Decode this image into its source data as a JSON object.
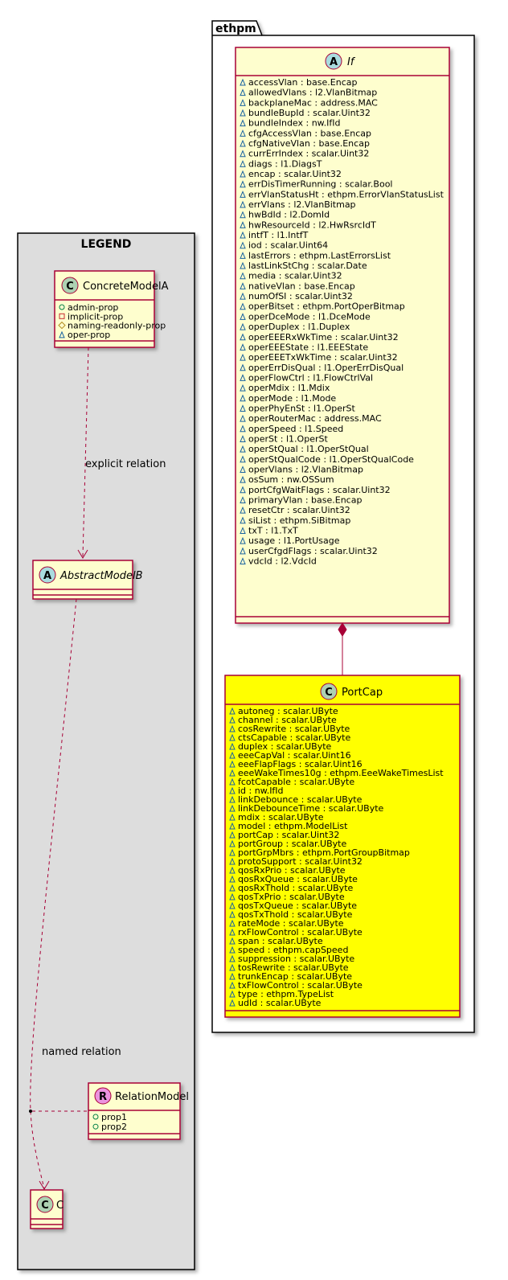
{
  "legend": {
    "title": "LEGEND",
    "concrete_model": {
      "stereotype_letter": "C",
      "name": "ConcreteModelA",
      "attributes": [
        {
          "visibility": "+",
          "text": "admin-prop"
        },
        {
          "visibility": "-",
          "text": "implicit-prop"
        },
        {
          "visibility": "#",
          "text": "naming-readonly-prop"
        },
        {
          "visibility": "~",
          "text": "oper-prop"
        }
      ]
    },
    "abstract_model": {
      "stereotype_letter": "A",
      "name": "AbstractModelB"
    },
    "relation_model": {
      "stereotype_letter": "R",
      "name": "RelationModel",
      "attributes": [
        {
          "visibility": "+",
          "text": "prop1"
        },
        {
          "visibility": "+",
          "text": "prop2"
        }
      ]
    },
    "c_model": {
      "stereotype_letter": "C",
      "name": "C"
    },
    "explicit_relation_label": "explicit relation",
    "named_relation_label": "named relation"
  },
  "package": {
    "name": "ethpm",
    "if_class": {
      "stereotype_letter": "A",
      "name": "If",
      "attributes": [
        "accessVlan : base.Encap",
        "allowedVlans : l2.VlanBitmap",
        "backplaneMac : address.MAC",
        "bundleBupId : scalar.Uint32",
        "bundleIndex : nw.IfId",
        "cfgAccessVlan : base.Encap",
        "cfgNativeVlan : base.Encap",
        "currErrIndex : scalar.Uint32",
        "diags : l1.DiagsT",
        "encap : scalar.Uint32",
        "errDisTimerRunning : scalar.Bool",
        "errVlanStatusHt : ethpm.ErrorVlanStatusList",
        "errVlans : l2.VlanBitmap",
        "hwBdId : l2.DomId",
        "hwResourceId : l2.HwRsrcIdT",
        "intfT : l1.IntfT",
        "iod : scalar.Uint64",
        "lastErrors : ethpm.LastErrorsList",
        "lastLinkStChg : scalar.Date",
        "media : scalar.Uint32",
        "nativeVlan : base.Encap",
        "numOfSI : scalar.Uint32",
        "operBitset : ethpm.PortOperBitmap",
        "operDceMode : l1.DceMode",
        "operDuplex : l1.Duplex",
        "operEEERxWkTime : scalar.Uint32",
        "operEEEState : l1.EEEState",
        "operEEETxWkTime : scalar.Uint32",
        "operErrDisQual : l1.OperErrDisQual",
        "operFlowCtrl : l1.FlowCtrlVal",
        "operMdix : l1.Mdix",
        "operMode : l1.Mode",
        "operPhyEnSt : l1.OperSt",
        "operRouterMac : address.MAC",
        "operSpeed : l1.Speed",
        "operSt : l1.OperSt",
        "operStQual : l1.OperStQual",
        "operStQualCode : l1.OperStQualCode",
        "operVlans : l2.VlanBitmap",
        "osSum : nw.OSSum",
        "portCfgWaitFlags : scalar.Uint32",
        "primaryVlan : base.Encap",
        "resetCtr : scalar.Uint32",
        "siList : ethpm.SiBitmap",
        "txT : l1.TxT",
        "usage : l1.PortUsage",
        "userCfgdFlags : scalar.Uint32",
        "vdcId : l2.VdcId"
      ]
    },
    "portcap_class": {
      "stereotype_letter": "C",
      "name": "PortCap",
      "attributes": [
        "autoneg : scalar.UByte",
        "channel : scalar.UByte",
        "cosRewrite : scalar.UByte",
        "ctsCapable : scalar.UByte",
        "duplex : scalar.UByte",
        "eeeCapVal : scalar.Uint16",
        "eeeFlapFlags : scalar.Uint16",
        "eeeWakeTimes10g : ethpm.EeeWakeTimesList",
        "fcotCapable : scalar.UByte",
        "id : nw.IfId",
        "linkDebounce : scalar.UByte",
        "linkDebounceTime : scalar.UByte",
        "mdix : scalar.UByte",
        "model : ethpm.ModelList",
        "portCap : scalar.Uint32",
        "portGroup : scalar.UByte",
        "portGrpMbrs : ethpm.PortGroupBitmap",
        "protoSupport : scalar.Uint32",
        "qosRxPrio : scalar.UByte",
        "qosRxQueue : scalar.UByte",
        "qosRxThold : scalar.UByte",
        "qosTxPrio : scalar.UByte",
        "qosTxQueue : scalar.UByte",
        "qosTxThold : scalar.UByte",
        "rateMode : scalar.UByte",
        "rxFlowControl : scalar.UByte",
        "span : scalar.UByte",
        "speed : ethpm.capSpeed",
        "suppression : scalar.UByte",
        "tosRewrite : scalar.UByte",
        "trunkEncap : scalar.UByte",
        "txFlowControl : scalar.UByte",
        "type : ethpm.TypeList",
        "udId : scalar.UByte"
      ]
    }
  },
  "colors": {
    "class_fill": "#FEFECE",
    "class_border": "#A80036",
    "highlight_fill": "#FFFF00",
    "legend_fill": "#DDDDDD",
    "concrete_circle": "#ADD1B2",
    "abstract_circle": "#A9DCDF",
    "relation_circle": "#EB93DF"
  }
}
